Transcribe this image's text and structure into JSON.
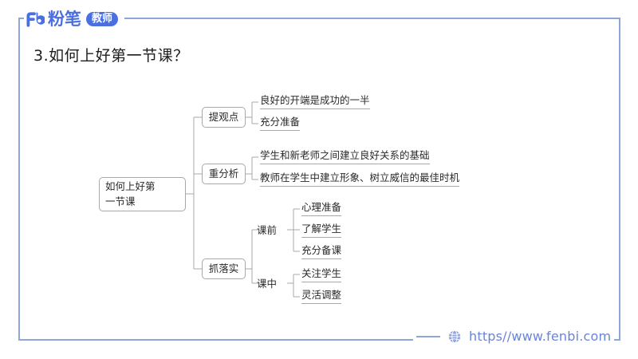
{
  "brand": {
    "mark_icon": "fenbi-logo-icon",
    "word": "粉笔",
    "badge": "教师",
    "color": "#4a6fe0"
  },
  "title": "3.如何上好第一节课？",
  "frame": {
    "border_color": "#8fa6dc"
  },
  "footer": {
    "globe_icon": "globe-icon",
    "url": "https//www.fenbi.com",
    "url_color": "#6a84d8"
  },
  "mindmap": {
    "root": "如何上好第\n一节课",
    "branches": [
      {
        "label": "提观点",
        "leaves": [
          {
            "text": "良好的开端是成功的一半",
            "underlined": true
          },
          {
            "text": "充分准备",
            "underlined": true
          }
        ]
      },
      {
        "label": "重分析",
        "leaves": [
          {
            "text": "学生和新老师之间建立良好关系的基础",
            "underlined": true
          },
          {
            "text": "教师在学生中建立形象、树立威信的最佳时机",
            "underlined": true
          }
        ]
      },
      {
        "label": "抓落实",
        "groups": [
          {
            "label": "课前",
            "leaves": [
              {
                "text": "心理准备",
                "underlined": true
              },
              {
                "text": "了解学生",
                "underlined": true
              },
              {
                "text": "充分备课",
                "underlined": true
              }
            ]
          },
          {
            "label": "课中",
            "leaves": [
              {
                "text": "关注学生",
                "underlined": true
              },
              {
                "text": "灵活调整",
                "underlined": true
              }
            ]
          }
        ]
      }
    ]
  }
}
